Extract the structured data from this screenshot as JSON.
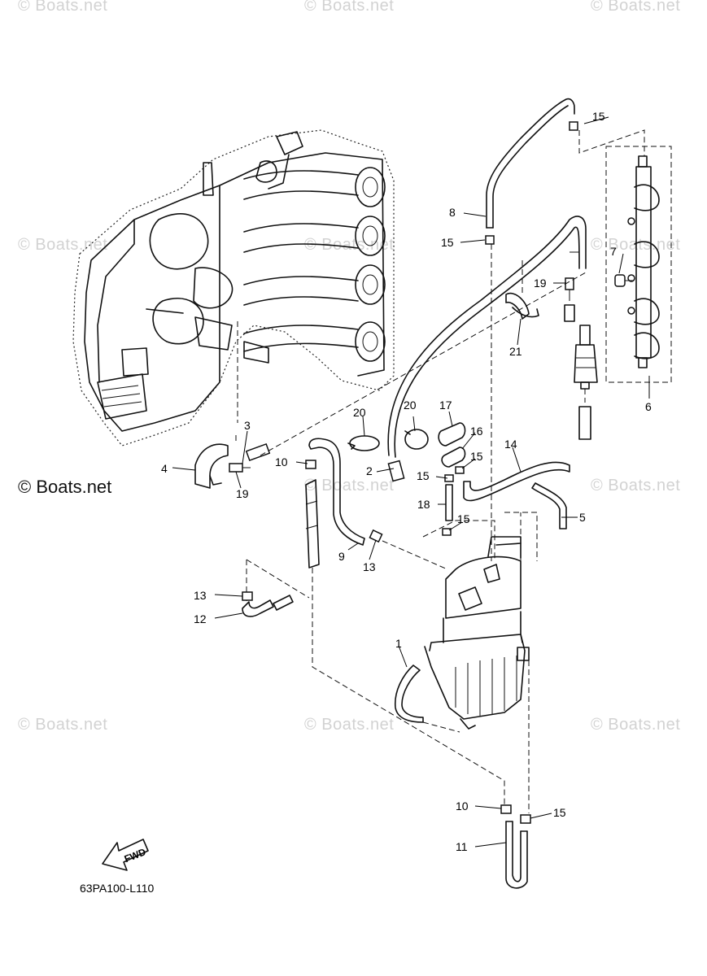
{
  "diagram_code": "63PA100-L110",
  "fwd_label": "FWD",
  "watermarks": {
    "faint": "© Boats.net",
    "strong": "© Boats.net"
  },
  "callouts": {
    "c1": "1",
    "c2": "2",
    "c3": "3",
    "c4": "4",
    "c5": "5",
    "c6": "6",
    "c7": "7",
    "c8": "8",
    "c9": "9",
    "c10a": "10",
    "c10b": "10",
    "c11": "11",
    "c12": "12",
    "c13a": "13",
    "c13b": "13",
    "c14": "14",
    "c15a": "15",
    "c15b": "15",
    "c15c": "15",
    "c15d": "15",
    "c15e": "15",
    "c15f": "15",
    "c16": "16",
    "c17": "17",
    "c18": "18",
    "c19a": "19",
    "c19b": "19",
    "c20a": "20",
    "c20b": "20",
    "c21": "21"
  }
}
